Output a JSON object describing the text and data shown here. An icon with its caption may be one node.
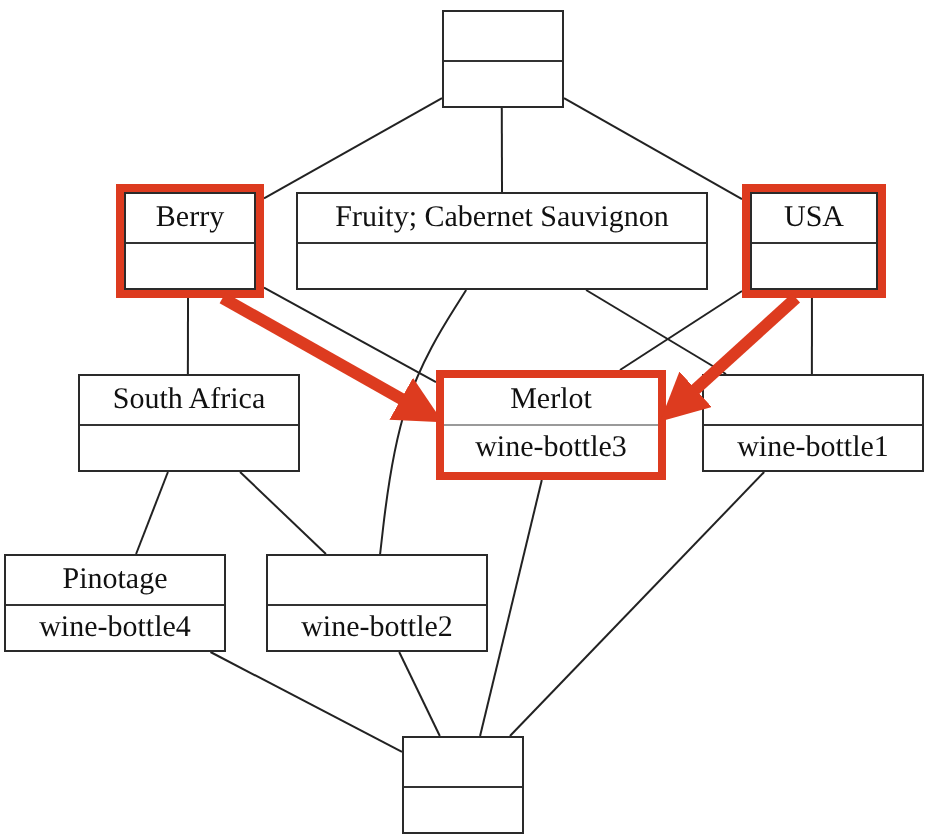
{
  "diagram": {
    "nodes": [
      {
        "text": [],
        "shape": "box"
      },
      {
        "text": [],
        "shape": "box"
      },
      {
        "text": [
          "Berry"
        ],
        "in": 1
      },
      {
        "text": [
          "Fruity; Cabernet Sauvignon"
        ]
      },
      {
        "text": [],
        "shape": "box"
      },
      {
        "text": [
          "USA"
        ],
        "in": 4
      },
      {
        "text": [
          "South Africa"
        ]
      },
      {
        "text": [
          "Merlot",
          "wine-bottle3"
        ]
      },
      {
        "text": [
          "wine-bottle1"
        ]
      },
      {
        "text": [
          "Pinotage",
          "wine-bottle4"
        ]
      },
      {
        "text": [
          "wine-bottle2"
        ]
      },
      {
        "text": [],
        "shape": "box"
      }
    ],
    "edges": [
      {
        "from": 0,
        "to": 2,
        "arrow": "none"
      },
      {
        "from": 0,
        "to": 3,
        "arrow": "none"
      },
      {
        "from": 0,
        "to": 5,
        "arrow": "none"
      },
      {
        "from": 2,
        "to": 6,
        "arrow": "none"
      },
      {
        "from": 2,
        "to": 7,
        "arrow": "none"
      },
      {
        "from": 3,
        "to": 10,
        "arrow": "none"
      },
      {
        "from": 3,
        "to": 8,
        "arrow": "none"
      },
      {
        "from": 5,
        "to": 7,
        "arrow": "none"
      },
      {
        "from": 5,
        "to": 8,
        "arrow": "none"
      },
      {
        "from": 6,
        "to": 9,
        "arrow": "none"
      },
      {
        "from": 6,
        "to": 10,
        "arrow": "none"
      },
      {
        "from": 7,
        "to": 11,
        "arrow": "none"
      },
      {
        "from": 8,
        "to": 11,
        "arrow": "none"
      },
      {
        "from": 9,
        "to": 11,
        "arrow": "none"
      },
      {
        "from": 10,
        "to": 11,
        "arrow": "none"
      },
      {
        "from": 1,
        "to": 7,
        "arrow": "to",
        "style": "thick",
        "color": "#dd3b1f"
      },
      {
        "from": 4,
        "to": 7,
        "arrow": "to",
        "style": "thick",
        "color": "#dd3b1f"
      }
    ]
  }
}
